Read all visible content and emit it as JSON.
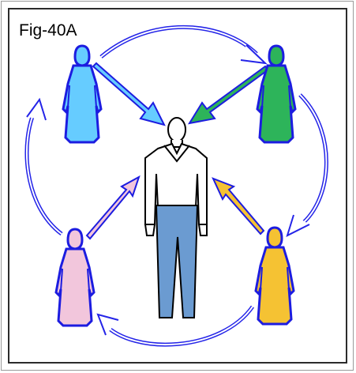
{
  "figure": {
    "label": "Fig-40A"
  },
  "colors": {
    "frame": "#2b2b2b",
    "outline": "#1c1ce0",
    "cycle_arrow": "#2424e8",
    "figure_blue": "#66ccff",
    "figure_green": "#2db45a",
    "figure_pink": "#f2c6dc",
    "figure_gold": "#f5c233",
    "man_shirt": "#ffffff",
    "man_pants": "#6b9bd1",
    "man_outline": "#000000"
  },
  "people": [
    {
      "id": "top-left",
      "color_key": "figure_blue"
    },
    {
      "id": "top-right",
      "color_key": "figure_green"
    },
    {
      "id": "bottom-left",
      "color_key": "figure_pink"
    },
    {
      "id": "bottom-right",
      "color_key": "figure_gold"
    }
  ],
  "center": {
    "icon": "man-icon"
  }
}
